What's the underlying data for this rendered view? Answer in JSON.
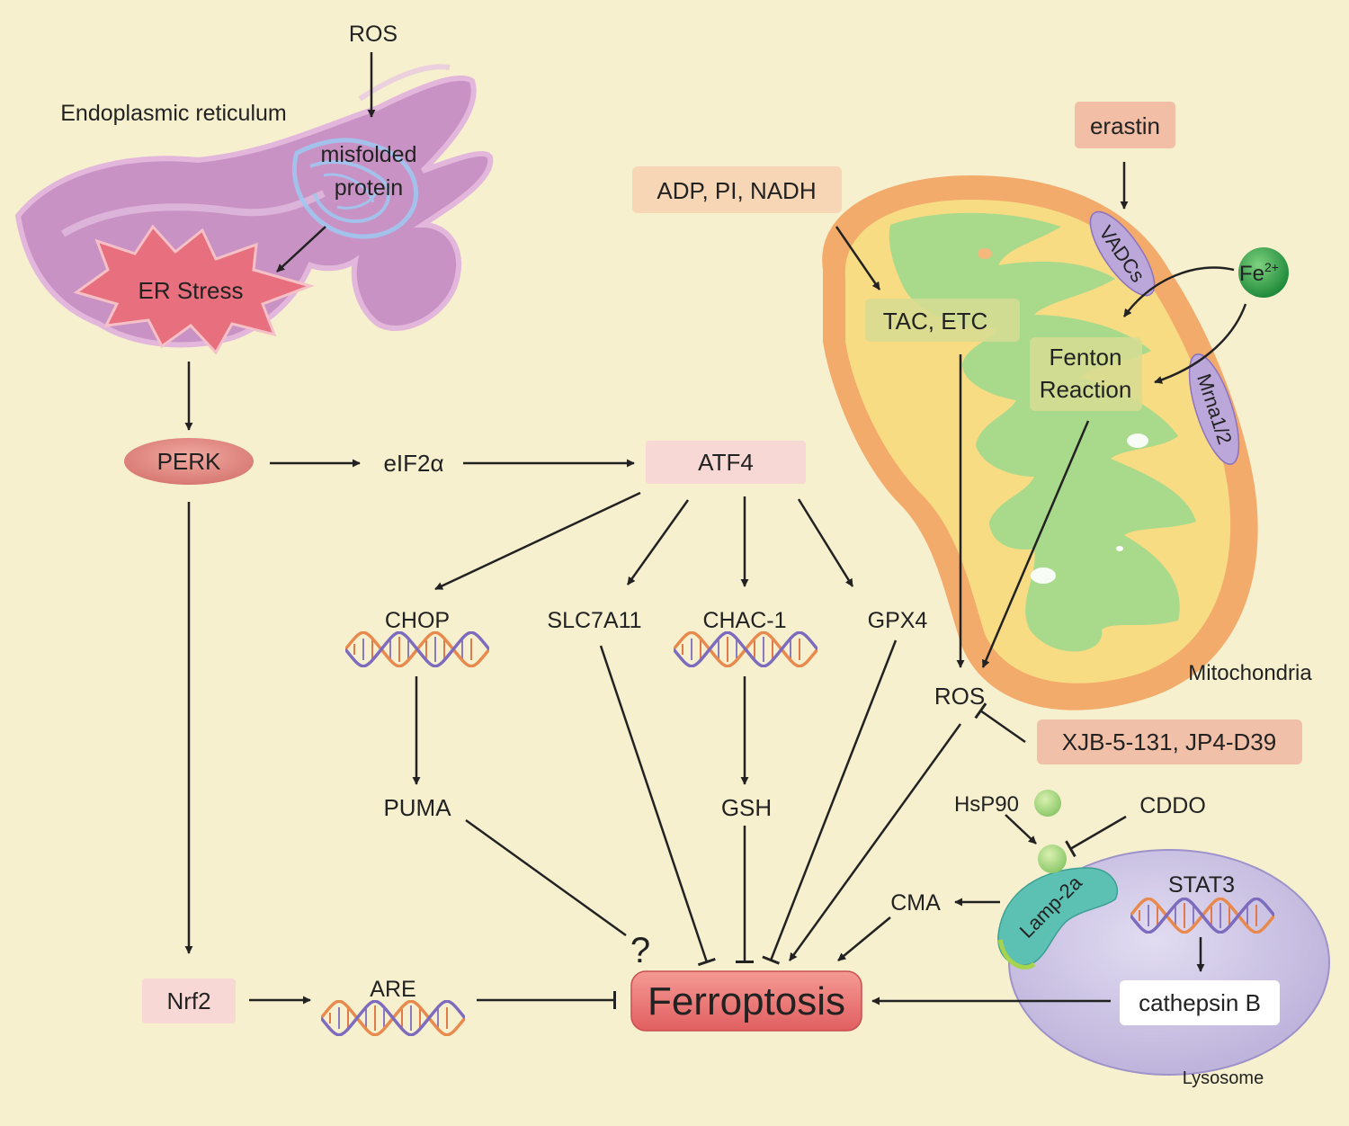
{
  "labels": {
    "ros_top": "ROS",
    "er_title": "Endoplasmic reticulum",
    "misfolded_1": "misfolded",
    "misfolded_2": "protein",
    "er_stress": "ER Stress",
    "perk": "PERK",
    "eif2a": "eIF2α",
    "atf4": "ATF4",
    "chop": "CHOP",
    "slc7a11": "SLC7A11",
    "chac1": "CHAC-1",
    "gpx4": "GPX4",
    "puma": "PUMA",
    "gsh": "GSH",
    "nrf2": "Nrf2",
    "are": "ARE",
    "question": "?",
    "ferroptosis": "Ferroptosis",
    "erastin": "erastin",
    "adp": "ADP, PI, NADH",
    "vadcs": "VADCs",
    "fe": "Fe",
    "fe_sup": "2+",
    "tac_etc": "TAC, ETC",
    "fenton_1": "Fenton",
    "fenton_2": "Reaction",
    "mrna": "Mrna1/2",
    "mitochondria": "Mitochondria",
    "ros_mid": "ROS",
    "xjb": "XJB-5-131, JP4-D39",
    "hsp90": "HsP90",
    "cddo": "CDDO",
    "lamp": "Lamp-2a",
    "stat3": "STAT3",
    "cma": "CMA",
    "cathepsin": "cathepsin B",
    "lysosome": "Lysosome"
  },
  "colors": {
    "background": "#f7f0cf",
    "er_body": "#c992c4",
    "er_stress_star": "#e8707e",
    "perk_fill": "#d97d78",
    "pale_box": "#f8d8d4",
    "ferroptosis_fill": "#e9706f",
    "mito_outer": "#f2ab6b",
    "mito_inner": "#f8dc84",
    "mito_cristae": "#a9d98b",
    "fe_ball": "#37a44d",
    "lysosome_fill": "#cfc6e7",
    "lamp_fill": "#5cc0b3",
    "xjb_box": "#f1c0a8"
  }
}
